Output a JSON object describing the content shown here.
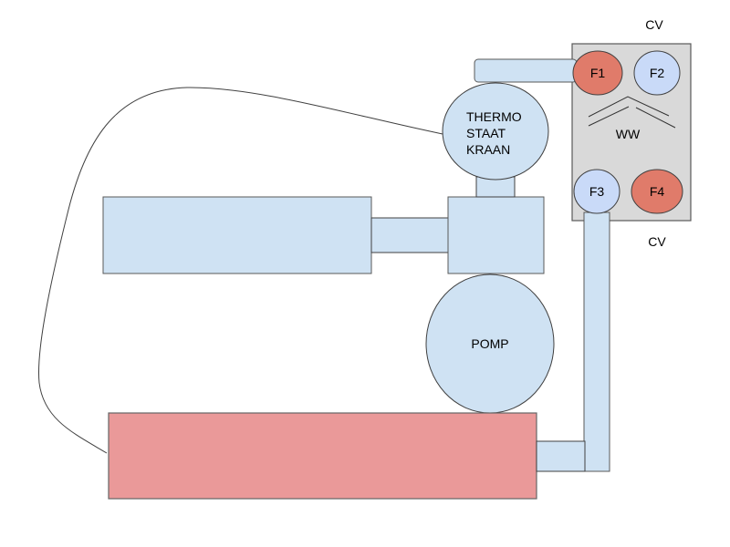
{
  "colors": {
    "pipe_fill": "#cfe2f3",
    "stroke": "#595959",
    "boiler_box": "#d9d9d9",
    "hot": "#e07b6a",
    "cold": "#c9daf8",
    "tank": "#ea9999"
  },
  "labels": {
    "cv_top": "CV",
    "cv_bottom": "CV",
    "ww": "WW",
    "f1": "F1",
    "f2": "F2",
    "f3": "F3",
    "f4": "F4",
    "thermostat_line1": "THERMO",
    "thermostat_line2": "STAAT",
    "thermostat_line3": "KRAAN",
    "pump": "POMP"
  }
}
